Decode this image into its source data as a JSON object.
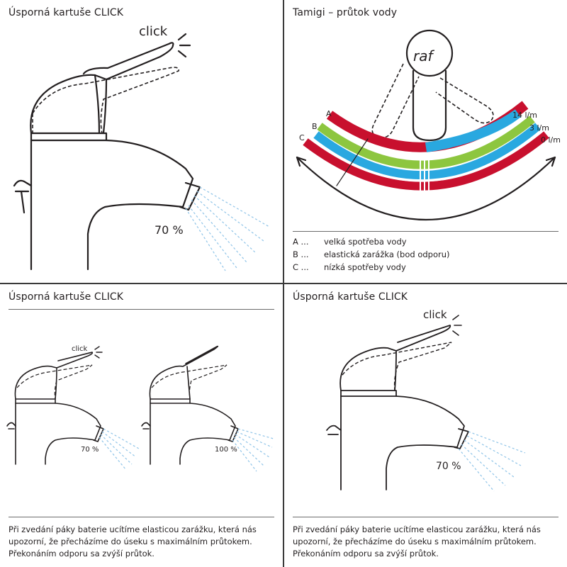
{
  "panel_top_left": {
    "title": "Úsporná kartuše CLICK",
    "click": "click",
    "percent": "70 %"
  },
  "panel_top_right": {
    "title": "Tamigi – průtok vody",
    "logo": "raf",
    "arc_letters": {
      "a": "A",
      "b": "B",
      "c": "C"
    },
    "flow_labels": {
      "high": "14 l/m",
      "mid": "3 l/m",
      "zero": "0 l/m"
    },
    "legend": [
      {
        "key": "A ...",
        "text": "velká spotřeba vody"
      },
      {
        "key": "B ...",
        "text": "elastická zarážka (bod odporu)"
      },
      {
        "key": "C ...",
        "text": "nízká spotřeby vody"
      }
    ],
    "colors": {
      "red": "#c8102e",
      "green": "#8dc63f",
      "blue": "#29a8e0"
    }
  },
  "panel_bottom_left": {
    "title": "Úsporná kartuše CLICK",
    "click": "click",
    "percent_left": "70 %",
    "percent_right": "100 %",
    "paragraph": [
      "Při zvedání páky baterie ucítíme elasticou zarážku, která nás",
      "upozorní, že přecházíme do úseku s maximálním průtokem.",
      "Překonáním odporu sa zvýší průtok."
    ]
  },
  "panel_bottom_right": {
    "title": "Úsporná kartuše CLICK",
    "click": "click",
    "percent": "70 %",
    "paragraph": [
      "Při zvedání páky baterie ucítíme elasticou zarážku, která nás",
      "upozorní, že přecházíme do úseku s maximálním průtokem.",
      "Překonáním odporu sa zvýší průtok."
    ]
  }
}
